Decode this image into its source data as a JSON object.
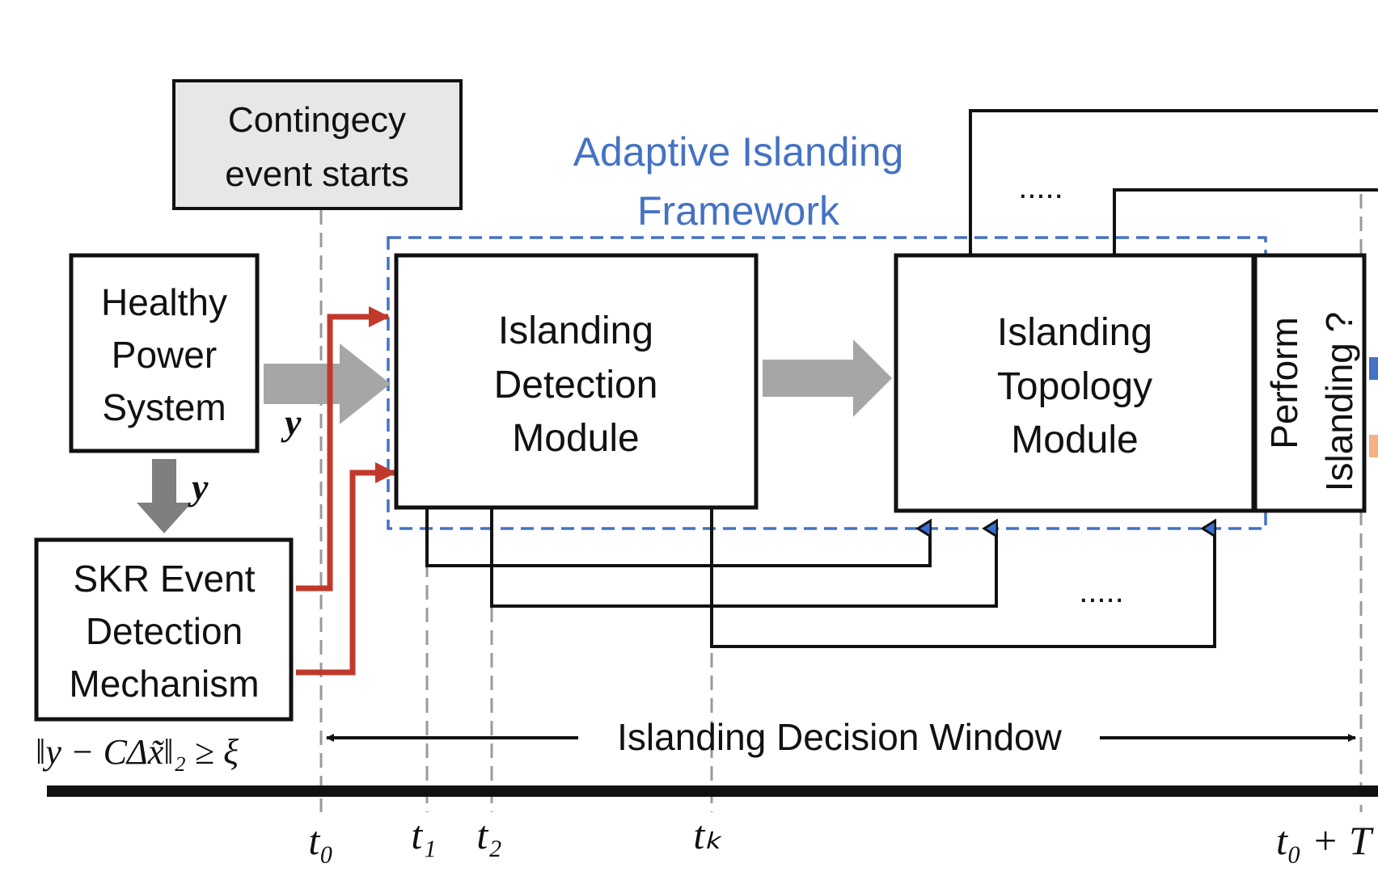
{
  "contingency": {
    "line1": "Contingecy",
    "line2": "event starts"
  },
  "framework": {
    "line1": "Adaptive Islanding",
    "line2": "Framework",
    "color": "#4472c4"
  },
  "healthy": {
    "line1": "Healthy",
    "line2": "Power",
    "line3": "System"
  },
  "skr": {
    "line1": "SKR Event",
    "line2": "Detection",
    "line3": "Mechanism"
  },
  "detection": {
    "line1": "Islanding",
    "line2": "Detection",
    "line3": "Module"
  },
  "topology": {
    "line1": "Islanding",
    "line2": "Topology",
    "line3": "Module"
  },
  "perform": {
    "line1": "Perform",
    "line2": "Islanding ?"
  },
  "signal_y1": "y",
  "signal_y2": "y",
  "ellipsis_top": ".....",
  "ellipsis_bottom": ".....",
  "condition": "‖y − CΔx̃‖₂ ≥ ξ",
  "window_label": "Islanding Decision Window",
  "time": {
    "t0": "t₀",
    "t1": "t₁",
    "t2": "t₂",
    "tk": "tₖ",
    "tend": "t₀ + T"
  },
  "colors": {
    "red": "#c0392b",
    "gray": "#a6a6a6",
    "box_fill": "#e7e7e7"
  }
}
